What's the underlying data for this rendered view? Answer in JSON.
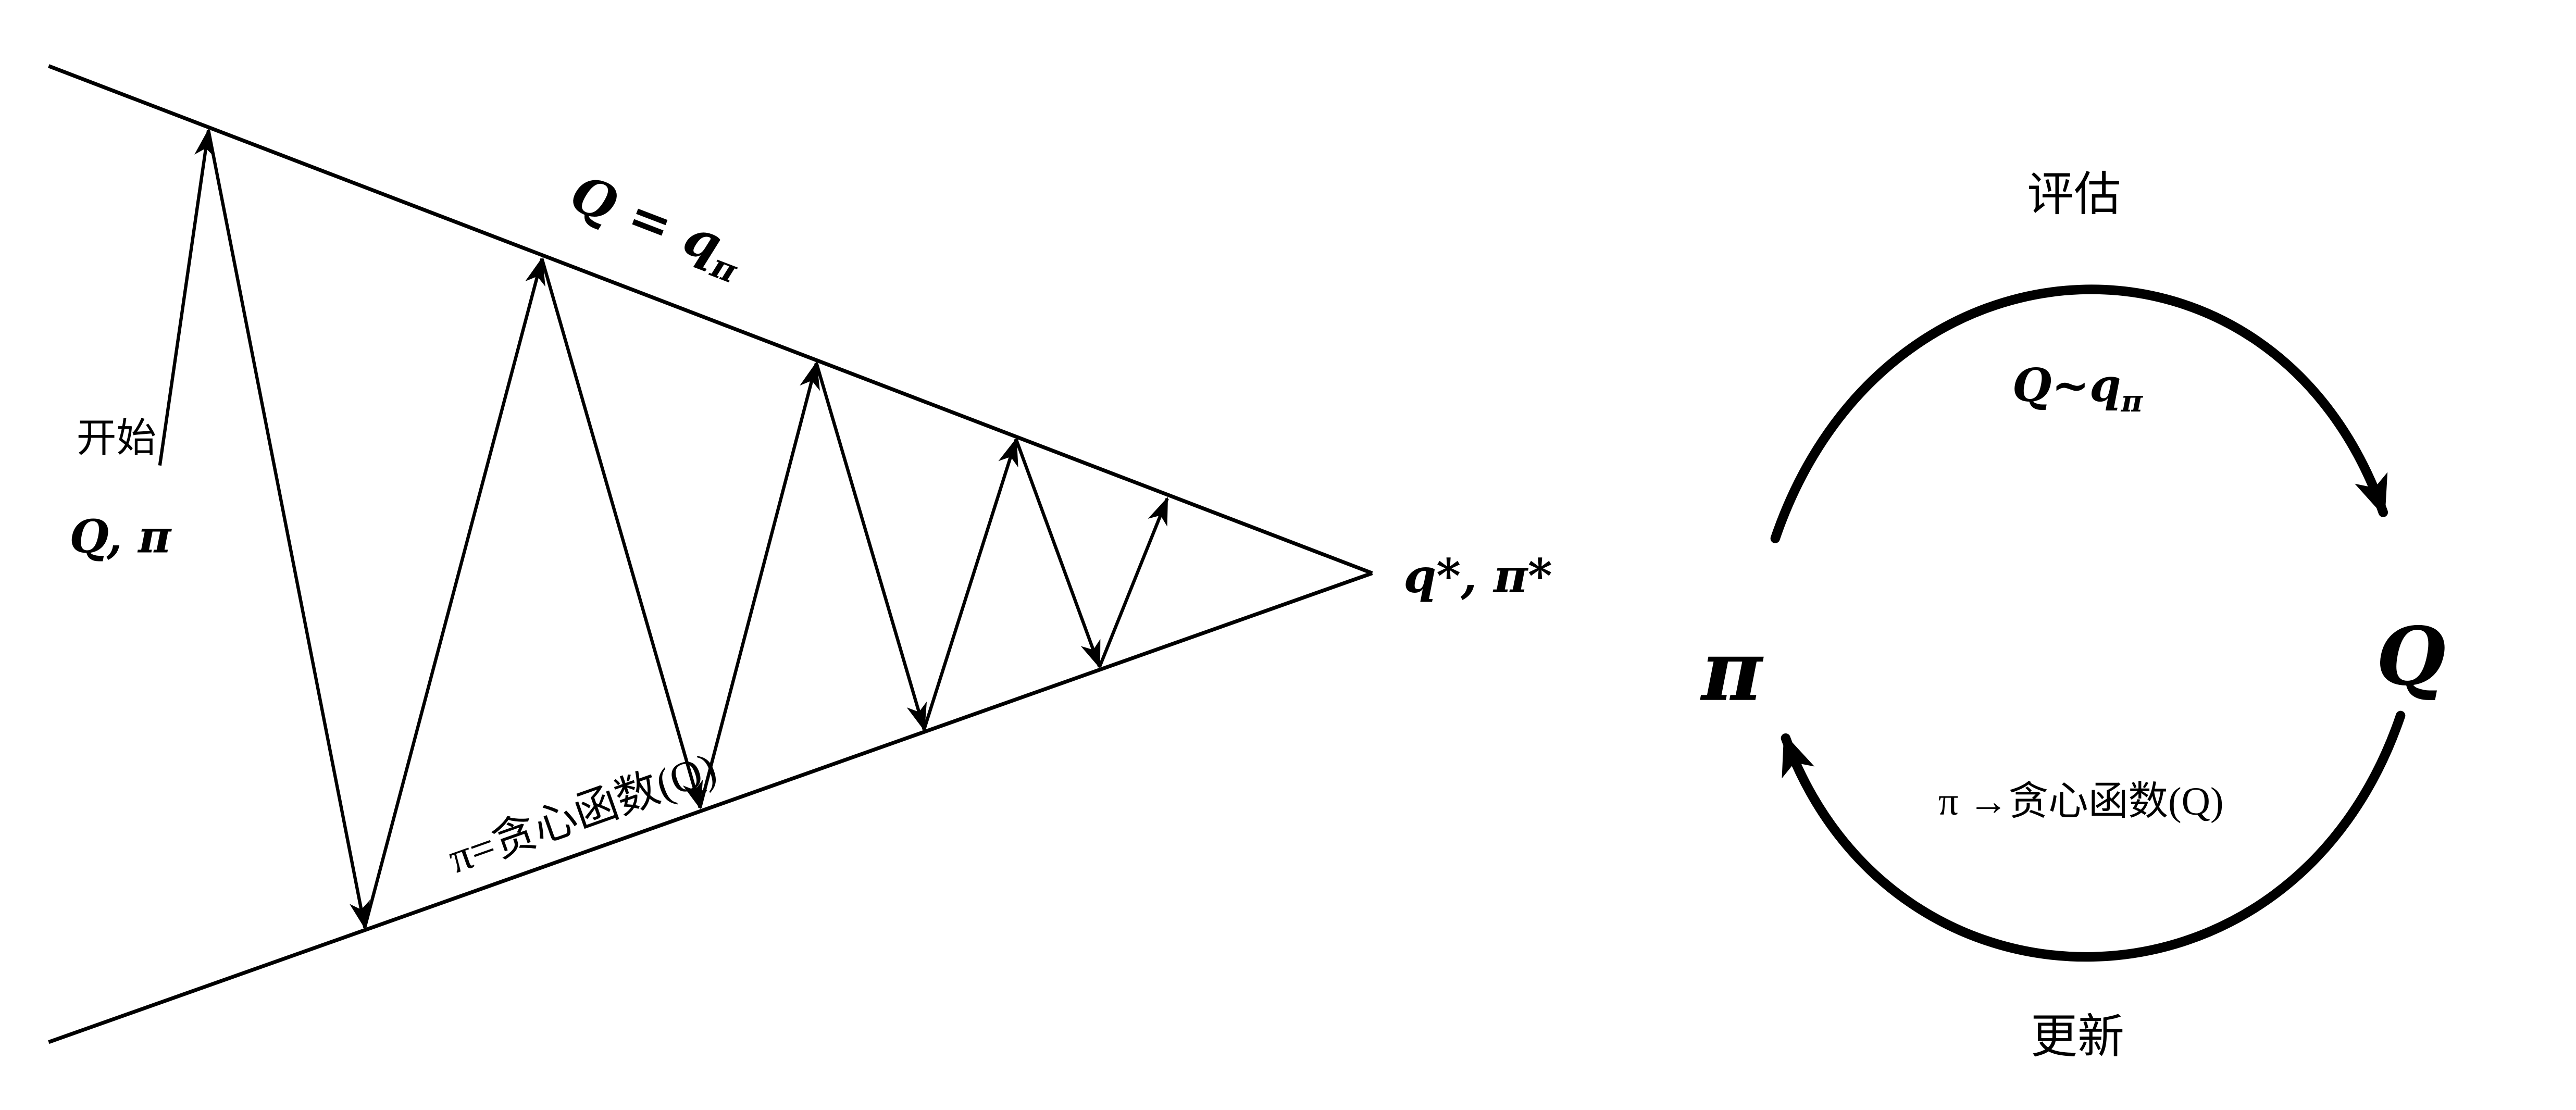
{
  "colors": {
    "ink": "#000000",
    "background": "#ffffff"
  },
  "funnel": {
    "start_label": "开始",
    "start_symbols": "Q, π",
    "upper_line_label_main": "Q = q",
    "upper_line_label_sub": "π",
    "lower_line_label": "π=贪心函数(Q)",
    "optimal_label": "q*, π*"
  },
  "cycle": {
    "evaluate_label": "评估",
    "evaluate_formula_main": "Q~q",
    "evaluate_formula_sub": "π",
    "policy_symbol": "π",
    "action_value_symbol": "Q",
    "improve_formula": "π →贪心函数(Q)",
    "update_label": "更新"
  }
}
